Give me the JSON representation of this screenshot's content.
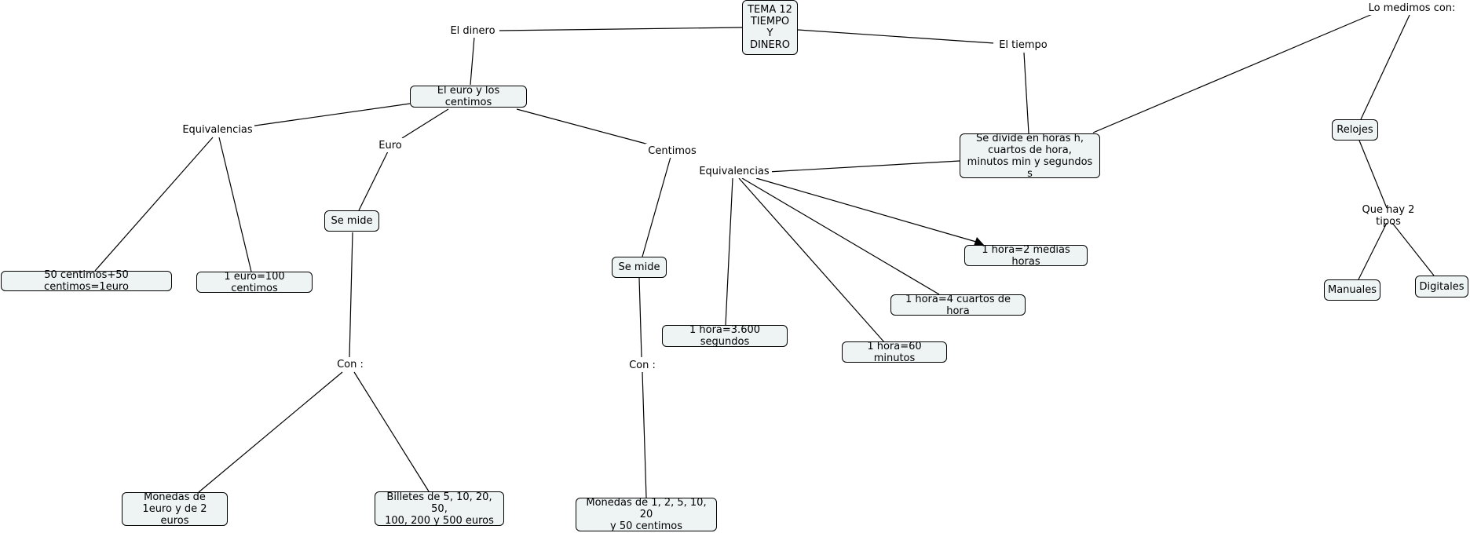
{
  "nodes": {
    "root": "TEMA 12\nTIEMPO\nY\nDINERO",
    "el_dinero": "El dinero",
    "el_tiempo": "El tiempo",
    "lo_medimos": "Lo medimos con:",
    "euro_centimos": "El euro y los centimos",
    "equiv_dinero": "Equivalencias",
    "euro": "Euro",
    "centimos": "Centimos",
    "se_divide": "Se divide en horas h,\ncuartos de hora,\nminutos min y segundos s",
    "equiv_tiempo": "Equivalencias",
    "relojes": "Relojes",
    "se_mide_euro": "Se mide",
    "se_mide_cent": "Se mide",
    "cincuenta": "50 centimos+50 centimos=1euro",
    "cien": "1 euro=100 centimos",
    "hora_medias": "1 hora=2 medias horas",
    "hora_cuartos": "1 hora=4 cuartos de hora",
    "hora_segundos": "1 hora=3.600 segundos",
    "hora_minutos": "1 hora=60 minutos",
    "que_hay": "Que hay 2 tipos",
    "manuales": "Manuales",
    "digitales": "Digitales",
    "con_euro": "Con :",
    "con_cent": "Con :",
    "monedas_euro": "Monedas de\n1euro y de 2 euros",
    "billetes": "Billetes de 5, 10, 20, 50,\n100, 200 y 500 euros",
    "monedas_cent": "Monedas de 1, 2, 5, 10, 20\ny 50 centimos"
  }
}
